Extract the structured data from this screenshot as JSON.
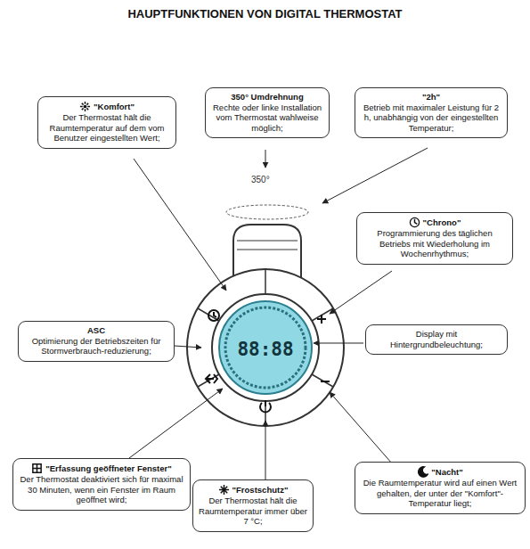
{
  "diagram": {
    "title": "HAUPTFUNKTIONEN VON DIGITAL THERMOSTAT",
    "nodes": [
      {
        "text": [
          "\"Komfort\"",
          "Der Thermostat hält die Raumtemperatur auf dem vom Benutzer eingestellten Wert;"
        ]
      },
      {
        "text": [
          "350° Umdrehnung",
          "Rechte oder linke Installation vom Thermostat wahlweise möglich;"
        ]
      },
      {
        "text": [
          "\"2h\"",
          "Betrieb mit maximaler Leistung für 2 h, unabhängig von der eingestellten Temperatur;"
        ]
      },
      {
        "text": [
          "\"Chrono\"",
          "Programmierung des täglichen Betriebs mit Wiederholung im Wochenrhythmus;"
        ]
      },
      {
        "text": [
          "ASC",
          "Optimierung der Betriebszeiten für Stormverbrauch-reduzierung;"
        ]
      },
      {
        "text": [
          "Display mit Hintergrundbeleuchtung;"
        ]
      },
      {
        "text": [
          "\"Erfassung geöffneter Fenster\"",
          "Der Thermostat deaktiviert sich für maximal 30 Minuten, wenn ein Fenster im Raum geöffnet wird;"
        ]
      },
      {
        "text": [
          "\"Frostschutz\"",
          "Der Thermostat hält die Raumtemperatur immer über 7 °C;"
        ]
      },
      {
        "text": [
          "\"Nacht\"",
          "Die Raumtemperatur wird auf einen Wert gehalten, der unter der \"Komfort\"-Temperatur liegt;"
        ]
      }
    ],
    "labels": [
      "350°",
      "88:88"
    ]
  }
}
